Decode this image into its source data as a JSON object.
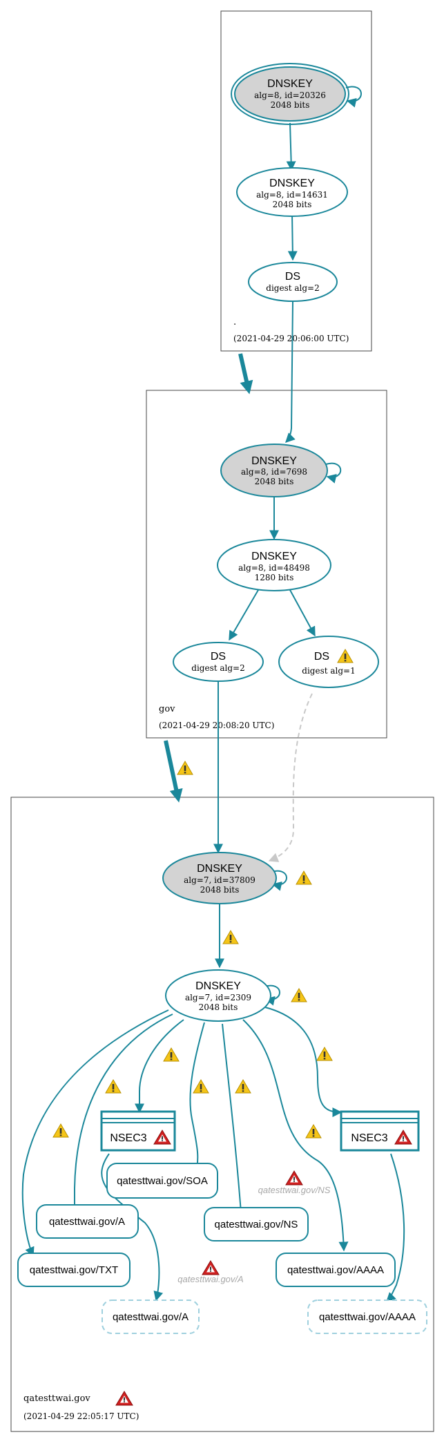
{
  "colors": {
    "edge": "#1a879a",
    "node_fill_gray": "#d3d3d3",
    "dashed_node": "#9fd0de",
    "dashed_edge": "#c8c8c8",
    "warn_yellow": "#f5c518",
    "err_red": "#d02020",
    "box_border": "#444444"
  },
  "zones": [
    {
      "id": "root",
      "name": ".",
      "timestamp": "(2021-04-29 20:06:00 UTC)"
    },
    {
      "id": "gov",
      "name": "gov",
      "timestamp": "(2021-04-29 20:08:20 UTC)"
    },
    {
      "id": "qatesttwai",
      "name": "qatesttwai.gov",
      "timestamp": "(2021-04-29 22:05:17 UTC)"
    }
  ],
  "nodes": {
    "root_ksk": {
      "title": "DNSKEY",
      "line1": "alg=8, id=20326",
      "line2": "2048 bits"
    },
    "root_zsk": {
      "title": "DNSKEY",
      "line1": "alg=8, id=14631",
      "line2": "2048 bits"
    },
    "root_ds": {
      "title": "DS",
      "line1": "digest alg=2"
    },
    "gov_ksk": {
      "title": "DNSKEY",
      "line1": "alg=8, id=7698",
      "line2": "2048 bits"
    },
    "gov_zsk": {
      "title": "DNSKEY",
      "line1": "alg=8, id=48498",
      "line2": "1280 bits"
    },
    "gov_ds2": {
      "title": "DS",
      "line1": "digest alg=2"
    },
    "gov_ds1": {
      "title": "DS",
      "line1": "digest alg=1"
    },
    "qa_ksk": {
      "title": "DNSKEY",
      "line1": "alg=7, id=37809",
      "line2": "2048 bits"
    },
    "qa_zsk": {
      "title": "DNSKEY",
      "line1": "alg=7, id=2309",
      "line2": "2048 bits"
    },
    "nsec3_a": {
      "title": "NSEC3"
    },
    "nsec3_b": {
      "title": "NSEC3"
    },
    "rr_soa": {
      "label": "qatesttwai.gov/SOA"
    },
    "rr_a": {
      "label": "qatesttwai.gov/A"
    },
    "rr_ns": {
      "label": "qatesttwai.gov/NS"
    },
    "rr_txt": {
      "label": "qatesttwai.gov/TXT"
    },
    "rr_aaaa": {
      "label": "qatesttwai.gov/AAAA"
    },
    "neg_a": {
      "label": "qatesttwai.gov/A"
    },
    "neg_aaaa": {
      "label": "qatesttwai.gov/AAAA"
    }
  },
  "error_labels": {
    "ns": "qatesttwai.gov/NS",
    "a": "qatesttwai.gov/A"
  }
}
